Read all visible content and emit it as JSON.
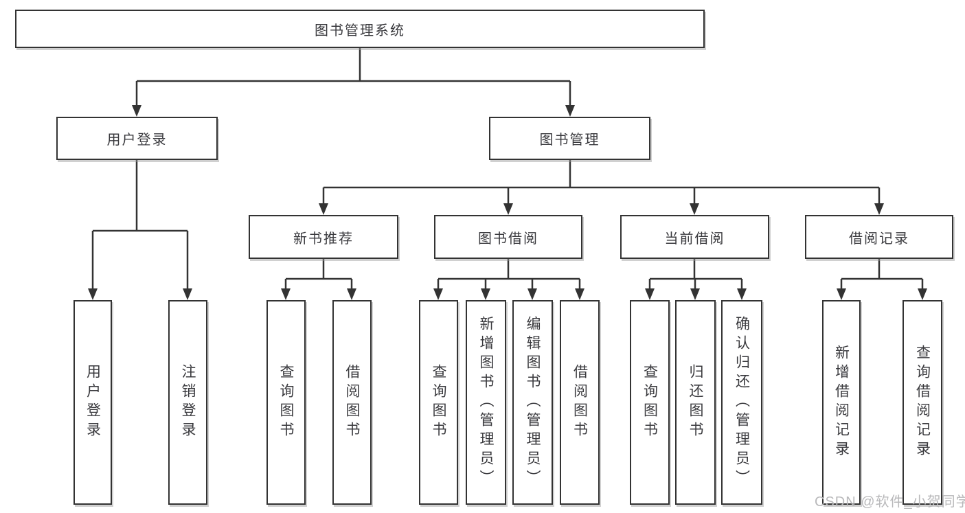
{
  "diagram": {
    "title": "图书管理系统",
    "level2": {
      "user_login": "用户登录",
      "book_mgmt": "图书管理"
    },
    "level3": {
      "new_book_rec": "新书推荐",
      "book_borrow": "图书借阅",
      "current_borrow": "当前借阅",
      "borrow_record": "借阅记录"
    },
    "leaves": {
      "user_login": [
        "用户登录",
        "注销登录"
      ],
      "new_book_rec": [
        "查询图书",
        "借阅图书"
      ],
      "book_borrow": [
        "查询图书",
        "新增图书（管理员）",
        "编辑图书（管理员）",
        "借阅图书"
      ],
      "current_borrow": [
        "查询图书",
        "归还图书",
        "确认归还（管理员）"
      ],
      "borrow_record": [
        "新增借阅记录",
        "查询借阅记录"
      ]
    },
    "watermark": "CSDN @软件_小贺同学",
    "colors": {
      "line": "#333333",
      "text": "#3a3a3e",
      "watermark": "#b9b9bb",
      "background": "#ffffff"
    }
  }
}
